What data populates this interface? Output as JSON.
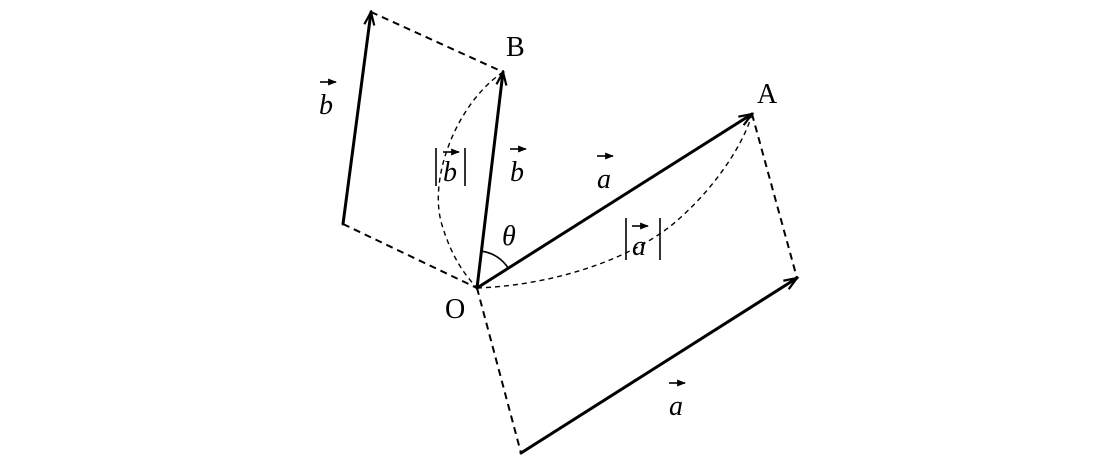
{
  "labels": {
    "origin": "O",
    "point_a": "A",
    "point_b": "B",
    "vec_a": "a",
    "vec_b": "b",
    "angle": "θ"
  },
  "colors": {
    "ink": "#000000",
    "background": "#ffffff"
  }
}
